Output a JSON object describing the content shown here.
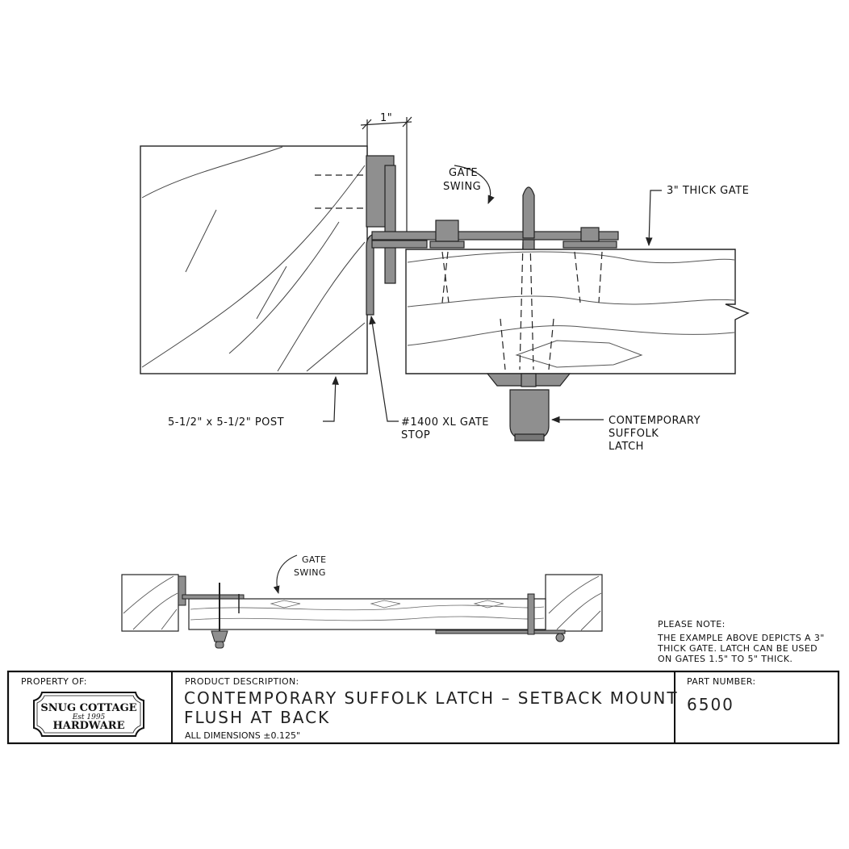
{
  "dimension": {
    "text": "1\""
  },
  "top_view": {
    "gate_swing": [
      "GATE",
      "SWING"
    ],
    "gate_thickness": "3\" THICK GATE",
    "post": "5-1/2\" x 5-1/2\" POST",
    "gate_stop": [
      "#1400 XL GATE",
      "STOP"
    ],
    "latch": [
      "CONTEMPORARY",
      "SUFFOLK",
      "LATCH"
    ]
  },
  "elevation_view": {
    "gate_swing": [
      "GATE",
      "SWING"
    ]
  },
  "note": {
    "title": "PLEASE NOTE:",
    "lines": [
      "THE EXAMPLE ABOVE DEPICTS A 3\"",
      "THICK GATE. LATCH CAN BE USED",
      "ON GATES 1.5\" TO 5\" THICK."
    ]
  },
  "title_block": {
    "property_label": "PROPERTY OF:",
    "logo": {
      "line1": "SNUG COTTAGE",
      "est": "Est 1995",
      "line2": "HARDWARE"
    },
    "description_label": "PRODUCT DESCRIPTION:",
    "description_line1": "CONTEMPORARY SUFFOLK LATCH – SETBACK MOUNT",
    "description_line2": "FLUSH AT BACK",
    "tolerance": "ALL DIMENSIONS ±0.125\"",
    "part_label": "PART NUMBER:",
    "part_number": "6500"
  },
  "colors": {
    "line": "#222222",
    "fill_gray": "#8f8f8f",
    "wood": "#555555"
  }
}
